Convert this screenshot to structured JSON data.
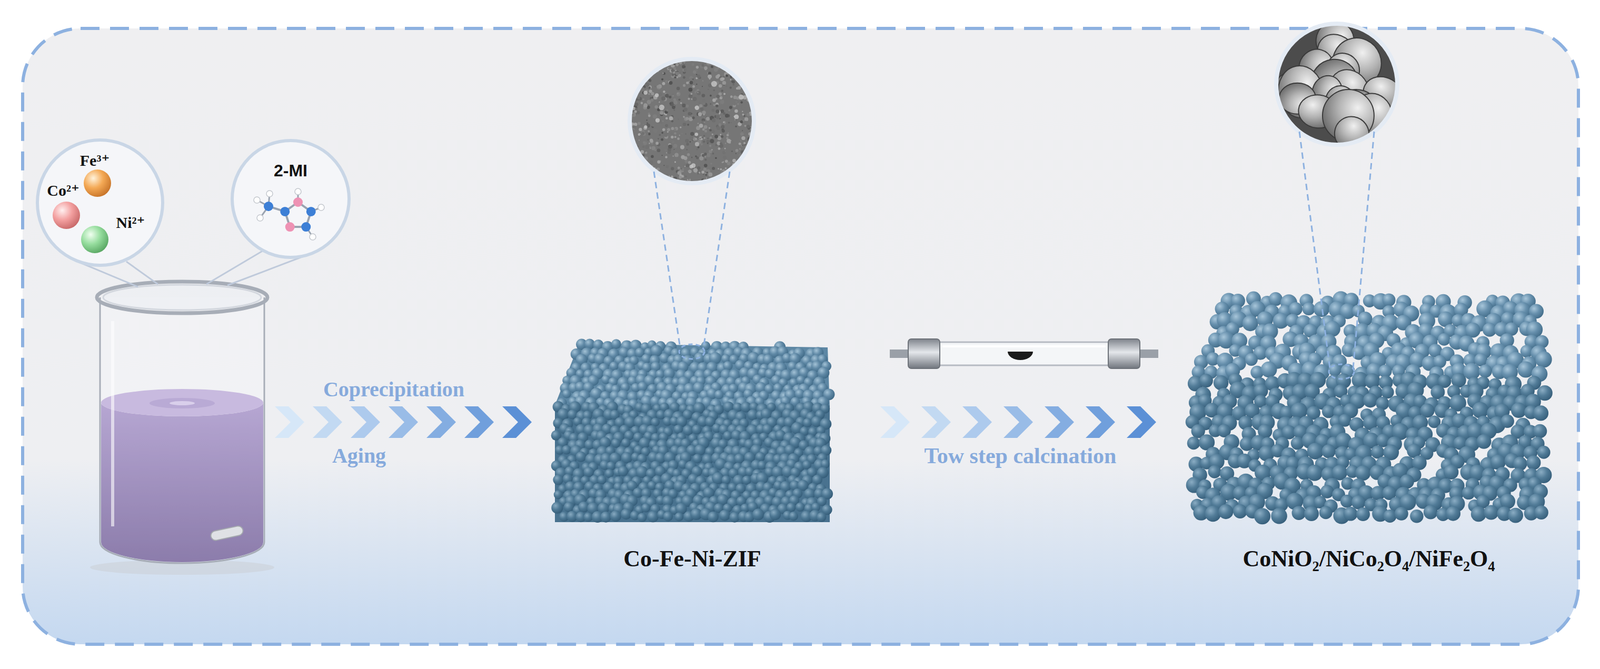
{
  "diagram": {
    "nodes": [
      {
        "text": [
          "Fe³⁺",
          "Co²⁺",
          "Ni²⁺"
        ]
      },
      {
        "text": [
          "2-MI"
        ]
      },
      {
        "text": [
          "Co-Fe-Ni-ZIF"
        ]
      },
      {
        "text": [
          "CoNiO₂/NiCo₂O₄/NiFe₂O₄"
        ]
      }
    ],
    "labels": [
      "Coprecipitation",
      "Aging",
      "Tow step calcination"
    ]
  }
}
